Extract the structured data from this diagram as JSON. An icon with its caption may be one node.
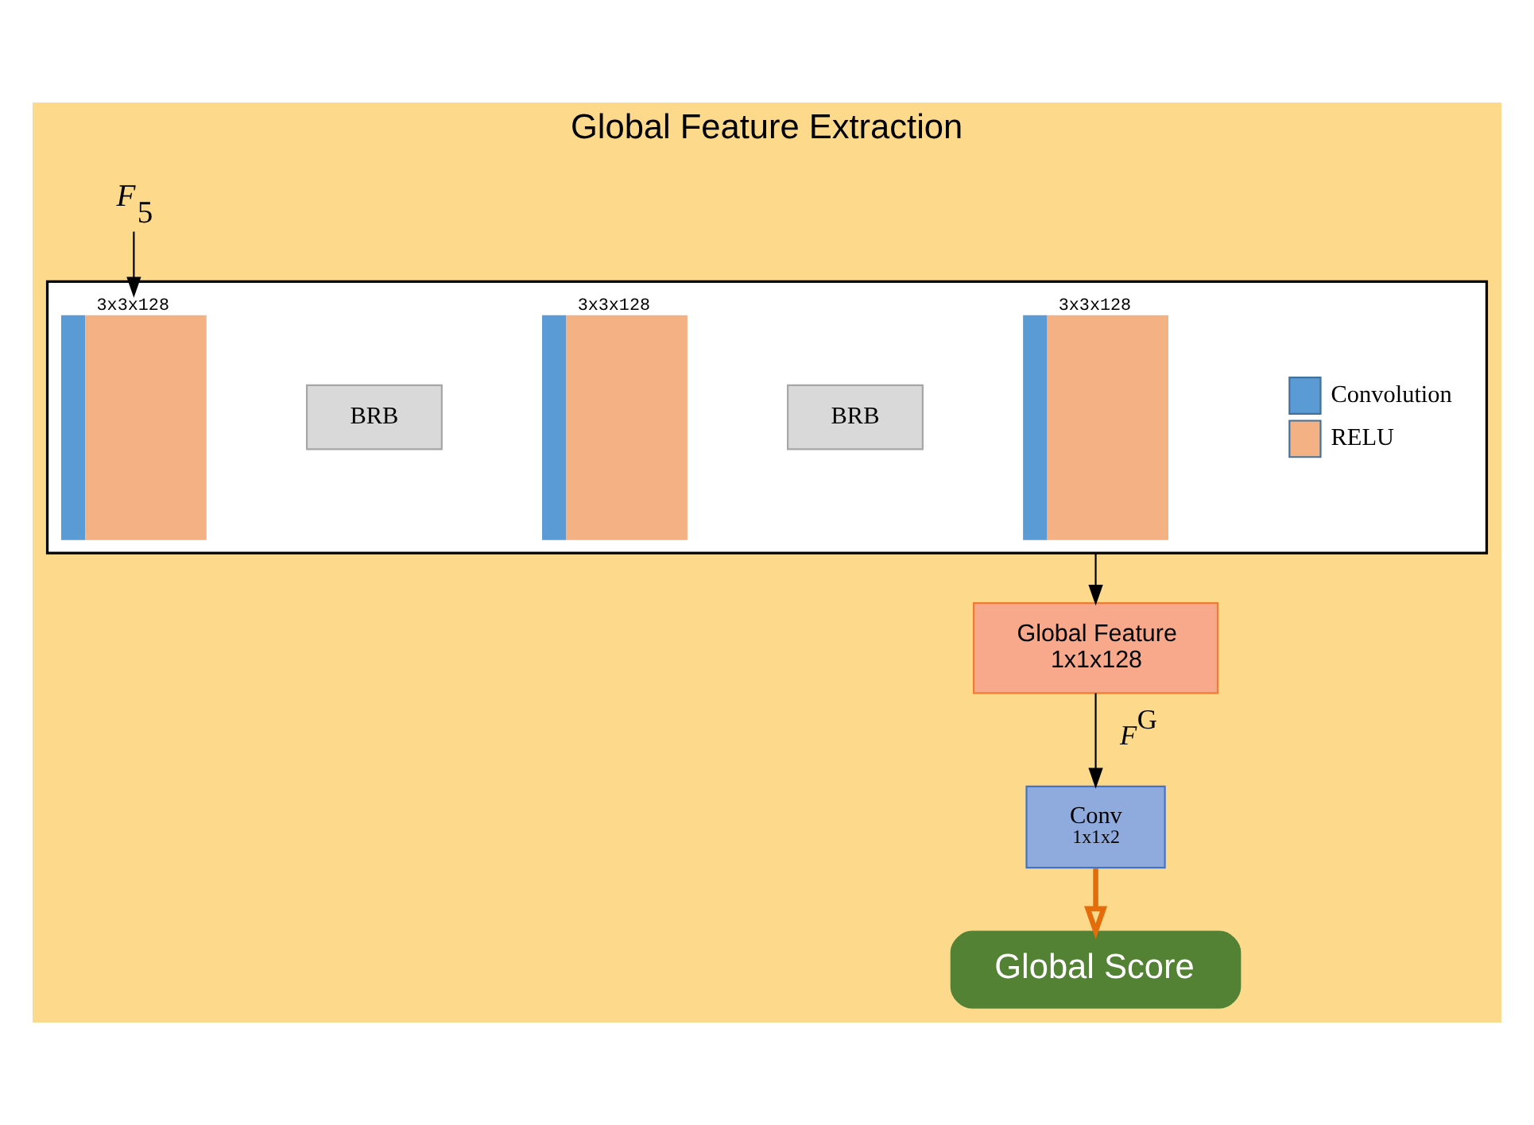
{
  "diagram": {
    "nodes": [
      {
        "text": [
          "Global Feature Extraction"
        ]
      },
      {
        "text": [],
        "shape": "box",
        "in": 0
      },
      {
        "text": [
          "*F*$_{5}$"
        ],
        "in": 0
      },
      {
        "text": [],
        "shape": "bar",
        "beside": [
          "3x3x128"
        ],
        "in": 1
      },
      {
        "text": [
          "BRB"
        ],
        "in": 1
      },
      {
        "text": [],
        "shape": "bar",
        "beside": [
          "3x3x128"
        ],
        "in": 1
      },
      {
        "text": [
          "BRB"
        ],
        "in": 1
      },
      {
        "text": [],
        "shape": "bar",
        "beside": [
          "3x3x128"
        ],
        "in": 1
      },
      {
        "text": [
          "Global Feature",
          "1x1x128"
        ],
        "in": 0
      },
      {
        "text": [
          "Conv",
          "1x1x2"
        ],
        "in": 0
      },
      {
        "text": [
          "Global Score"
        ],
        "in": 0
      }
    ],
    "edges": [
      {
        "from": 2,
        "to": 3,
        "arrow": "to"
      },
      {
        "from": 1,
        "to": 8,
        "arrow": "to"
      },
      {
        "from": 8,
        "to": 9,
        "arrow": "to",
        "label": "*F*$^{G}$"
      },
      {
        "from": 9,
        "to": 10,
        "arrow": "to",
        "style": "thick",
        "color": "#e46c0a"
      }
    ],
    "legend": [
      {
        "text": "Convolution",
        "color": "#5b9bd5"
      },
      {
        "text": "RELU",
        "color": "#f4b183"
      }
    ]
  }
}
